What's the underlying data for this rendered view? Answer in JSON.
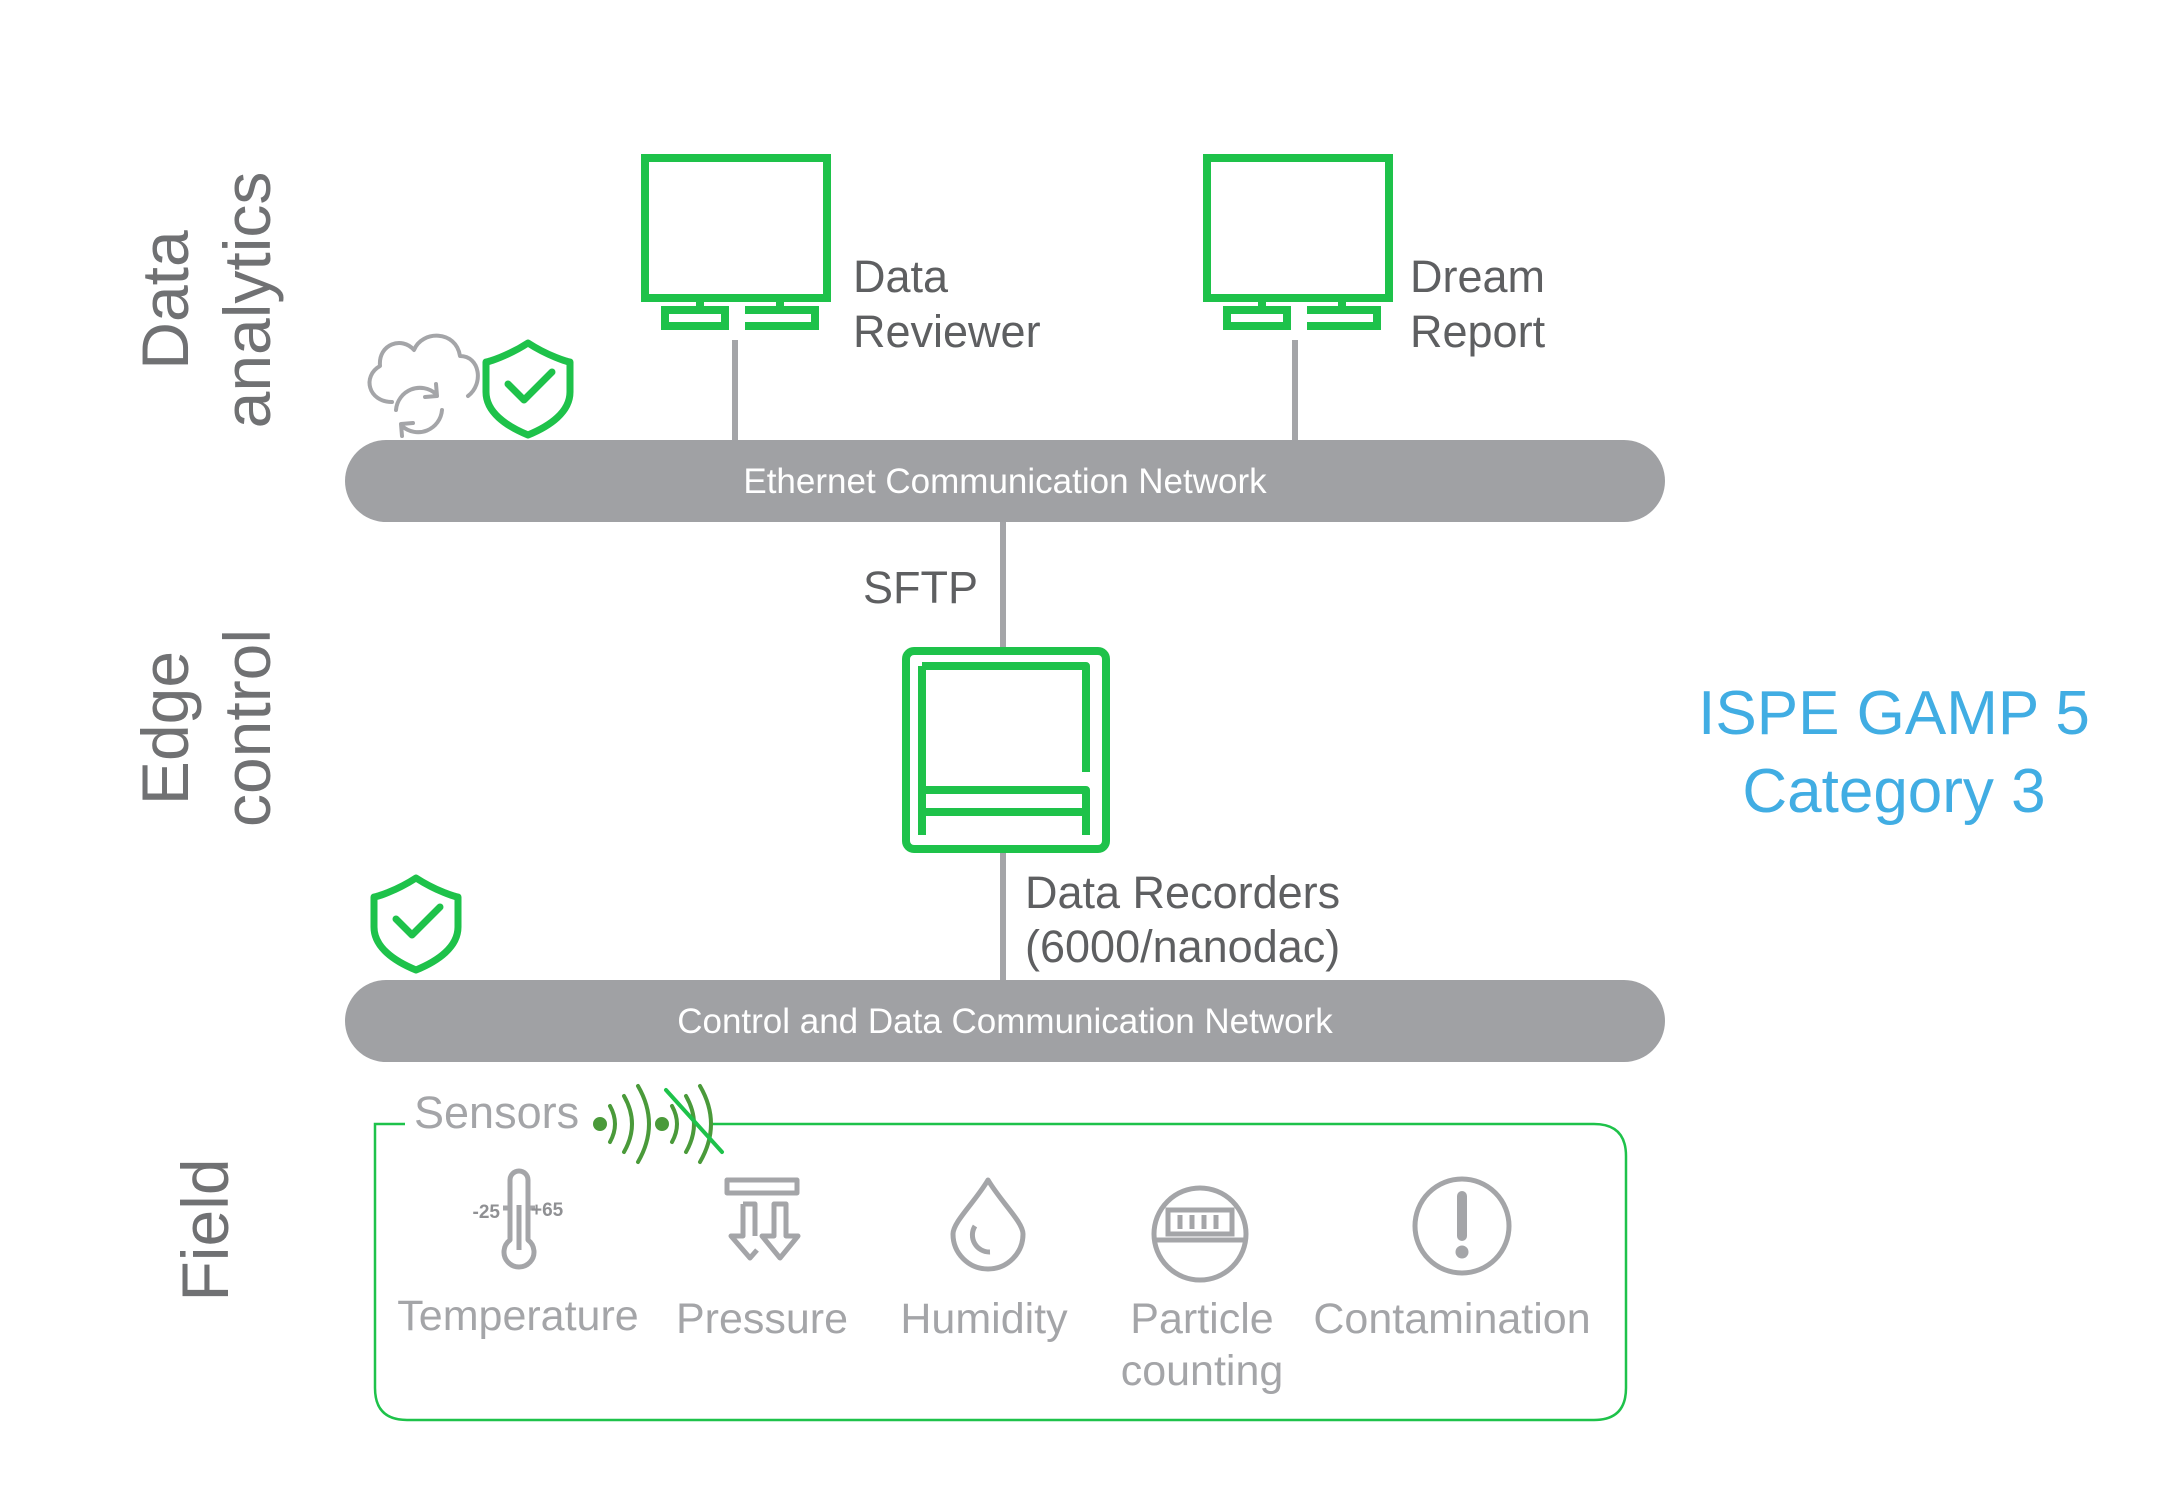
{
  "layers": {
    "data_analytics": [
      "Data",
      "analytics"
    ],
    "edge_control": [
      "Edge",
      "control"
    ],
    "field": "Field"
  },
  "devices": {
    "data_reviewer": [
      "Data",
      "Reviewer"
    ],
    "dream_report": [
      "Dream",
      "Report"
    ],
    "data_recorders": [
      "Data Recorders",
      "(6000/nanodac)"
    ]
  },
  "networks": {
    "ethernet": "Ethernet Communication Network",
    "control": "Control and Data Communication Network"
  },
  "protocol": "SFTP",
  "standard": [
    "ISPE GAMP 5",
    "Category 3"
  ],
  "sensors": {
    "title": "Sensors",
    "items": [
      {
        "label": [
          "Temperature"
        ],
        "icon": "thermometer-icon"
      },
      {
        "label": [
          "Pressure"
        ],
        "icon": "pressure-icon"
      },
      {
        "label": [
          "Humidity"
        ],
        "icon": "water-drop-icon"
      },
      {
        "label": [
          "Particle",
          "counting"
        ],
        "icon": "particle-counter-icon"
      },
      {
        "label": [
          "Contamination"
        ],
        "icon": "alert-circle-icon"
      }
    ],
    "temperature_range": [
      "-25",
      "+65"
    ]
  },
  "colors": {
    "green": "#1ec24a",
    "grey_bar": "#a0a1a4",
    "line": "#a4a5a8",
    "blue": "#41ade3"
  }
}
